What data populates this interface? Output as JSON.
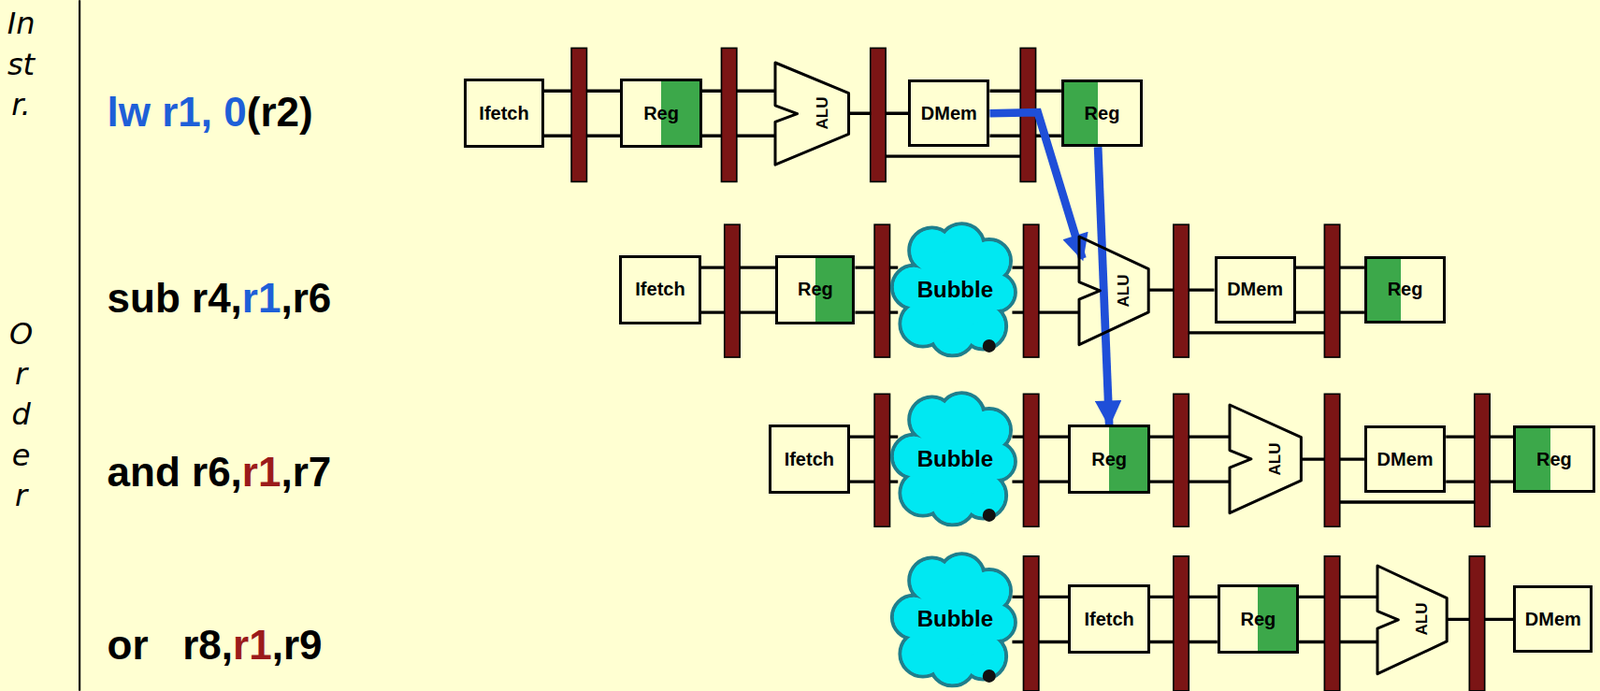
{
  "diagram": {
    "nodes": [
      {
        "text": [
          "Ifetch"
        ]
      },
      {
        "text": [
          "Reg"
        ]
      },
      {
        "text": [
          "ALU"
        ]
      },
      {
        "text": [
          "DMem"
        ]
      },
      {
        "text": [
          "Reg"
        ]
      },
      {
        "text": [
          "Ifetch"
        ]
      },
      {
        "text": [
          "Reg"
        ]
      },
      {
        "text": [
          "Bubble"
        ]
      },
      {
        "text": [
          "ALU"
        ]
      },
      {
        "text": [
          "DMem"
        ]
      },
      {
        "text": [
          "Reg"
        ]
      },
      {
        "text": [
          "Ifetch"
        ]
      },
      {
        "text": [
          "Bubble"
        ]
      },
      {
        "text": [
          "Reg"
        ]
      },
      {
        "text": [
          "ALU"
        ]
      },
      {
        "text": [
          "DMem"
        ]
      },
      {
        "text": [
          "Reg"
        ]
      },
      {
        "text": [
          "Bubble"
        ]
      },
      {
        "text": [
          "Ifetch"
        ]
      },
      {
        "text": [
          "Reg"
        ]
      },
      {
        "text": [
          "ALU"
        ]
      },
      {
        "text": [
          "DMem"
        ]
      }
    ],
    "edges": [
      {
        "from": 3,
        "to": 8,
        "arrow": "to"
      },
      {
        "from": 4,
        "to": 13,
        "arrow": "to"
      }
    ],
    "labels": [
      "Instr.",
      "Order",
      "lw r1, 0(r2)",
      "sub r4,r1,r6",
      "and r6,r1,r7",
      "or   r8,r1,r9"
    ]
  }
}
